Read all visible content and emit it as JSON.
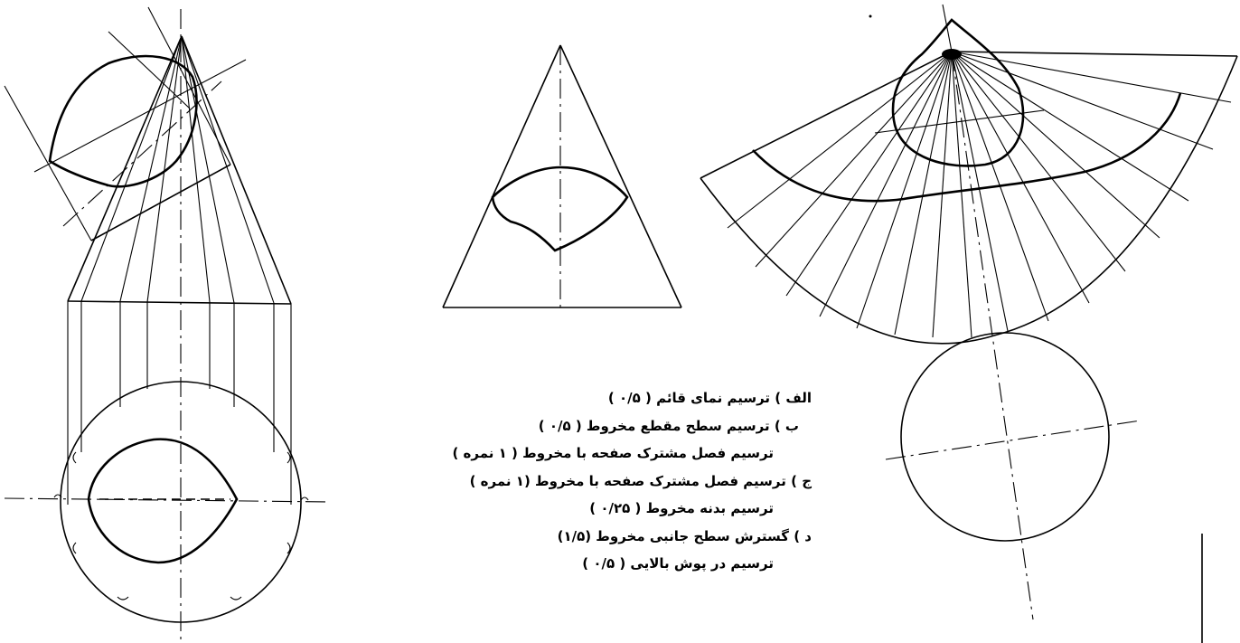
{
  "views": [
    {
      "name": "front-and-top-view-with-auxiliary-section"
    },
    {
      "name": "sectioned-cone-front-view"
    },
    {
      "name": "cone-lateral-surface-development"
    }
  ],
  "notes": [
    "الف ) ترسیم نمای قائم ( ۰/۵ )",
    "ب ) ترسیم سطح مقطع مخروط ( ۰/۵ )",
    "ترسیم فصل مشترک صفحه با مخروط ( ۱ نمره )",
    "ج ) ترسیم فصل مشترک صفحه با مخروط (۱ نمره )",
    "ترسیم بدنه مخروط ( ۰/۲۵ )",
    "د ) گسترش سطح جانبی مخروط (۱/۵)",
    "ترسیم در پوش بالایی ( ۰/۵ )"
  ]
}
